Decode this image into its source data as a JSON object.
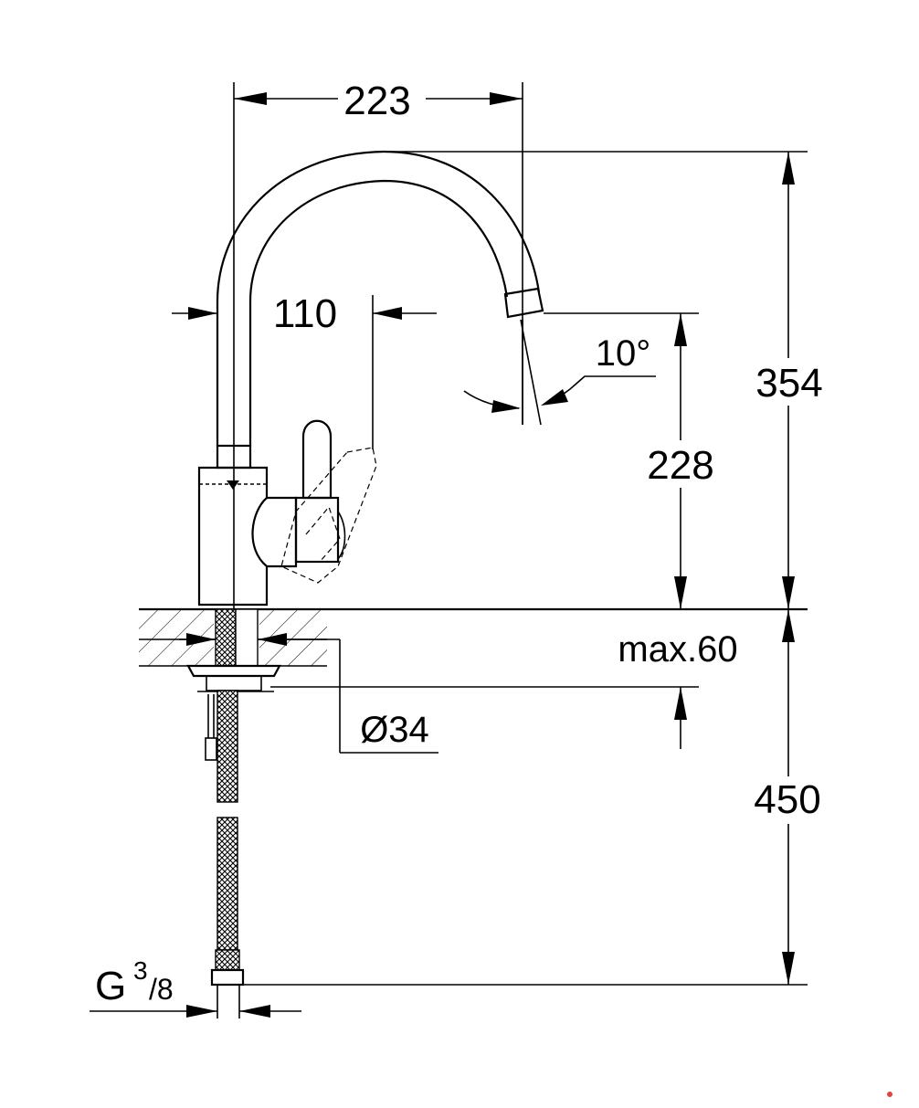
{
  "dimensions": {
    "width_223": "223",
    "reach_110": "110",
    "angle_10": "10°",
    "height_354": "354",
    "height_228": "228",
    "counter_max60": "max.60",
    "diameter_34": "Ø34",
    "hose_450": "450",
    "thread_g": "G",
    "thread_num": "3",
    "thread_den": "/8"
  },
  "watermark": "",
  "colors": {
    "ink": "#000000",
    "background": "#ffffff"
  }
}
